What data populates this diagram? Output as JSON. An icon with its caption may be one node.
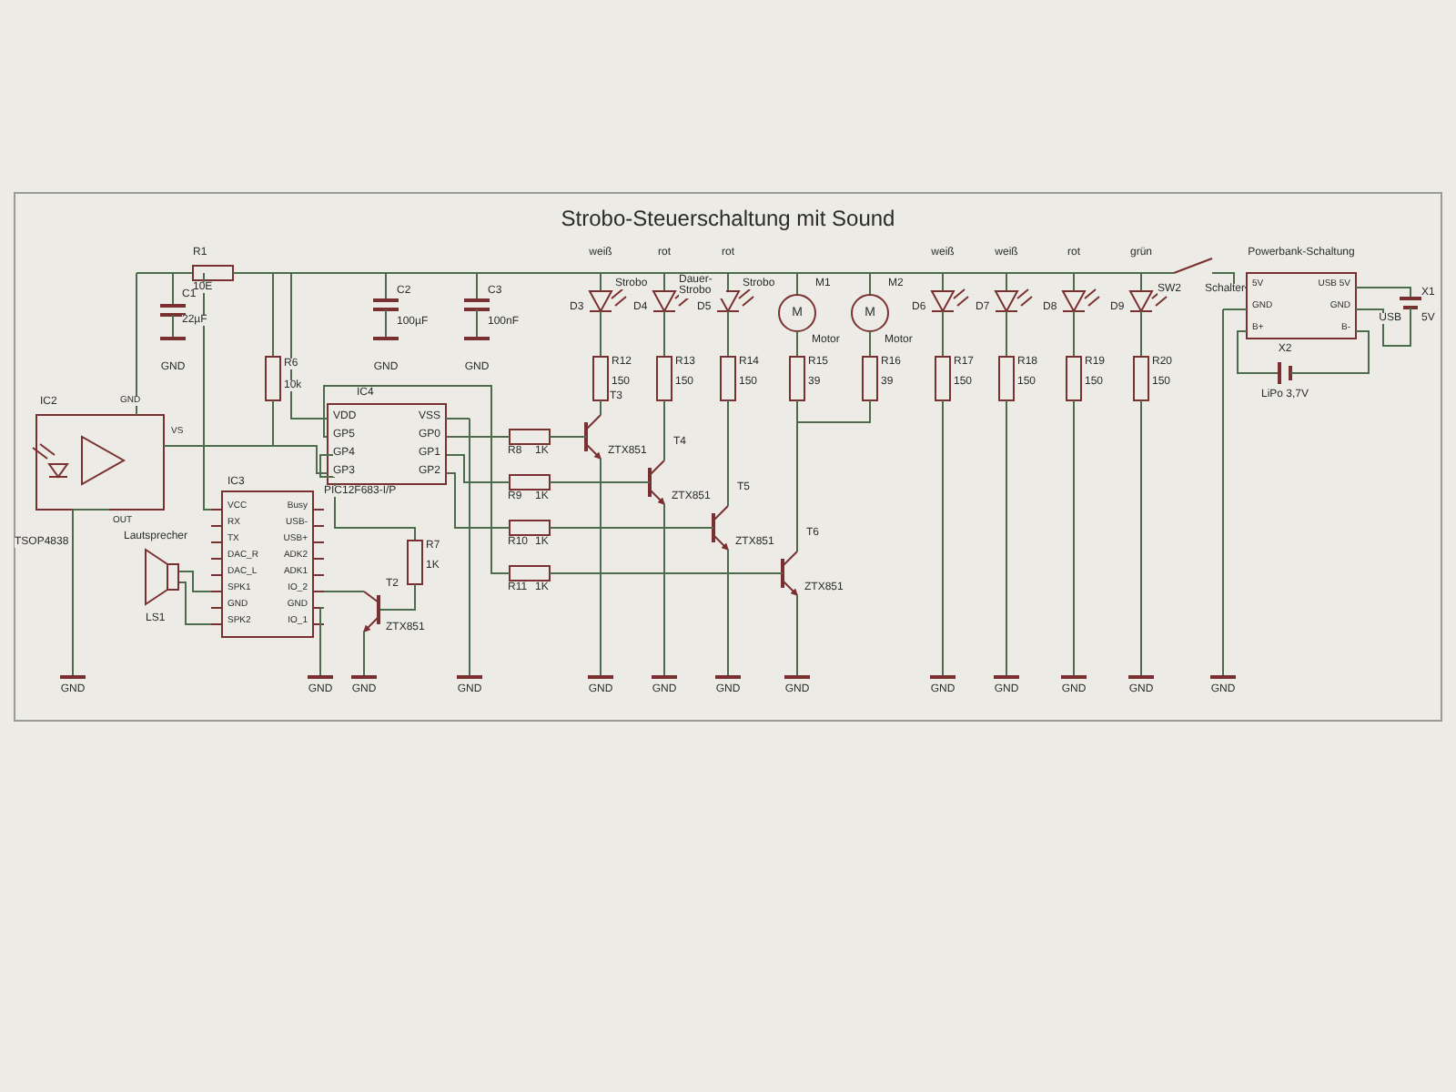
{
  "diagram": {
    "title": "Strobo-Steuerschaltung mit Sound",
    "labels": [
      "R1",
      "10E",
      "C1",
      "22µF",
      "GND",
      "C2",
      "100µF",
      "GND",
      "C3",
      "100nF",
      "GND",
      "weiß",
      "Strobo",
      "D3",
      "rot",
      "Dauer-Strobo",
      "D4",
      "rot",
      "Strobo",
      "D5",
      "M1",
      "M",
      "Motor",
      "M2",
      "M",
      "Motor",
      "weiß",
      "D6",
      "weiß",
      "D7",
      "rot",
      "D8",
      "grün",
      "D9",
      "SW2",
      "Schalter",
      "Powerbank-Schaltung",
      "5V",
      "GND",
      "B+",
      "USB 5V",
      "GND",
      "B-",
      "X2",
      "LiPo 3,7V",
      "X1",
      "USB",
      "5V",
      "R6",
      "10k",
      "R12",
      "150",
      "R13",
      "150",
      "R14",
      "150",
      "R15",
      "39",
      "R16",
      "39",
      "R17",
      "150",
      "R18",
      "150",
      "R19",
      "150",
      "R20",
      "150",
      "IC2",
      "GND",
      "VS",
      "OUT",
      "TSOP4838",
      "IC4",
      "VDD",
      "GP5",
      "GP4",
      "GP3",
      "VSS",
      "GP0",
      "GP1",
      "GP2",
      "PIC12F683-I/P",
      "R8",
      "1K",
      "T3",
      "ZTX851",
      "R9",
      "1K",
      "T4",
      "ZTX851",
      "R10",
      "1K",
      "T5",
      "ZTX851",
      "R11",
      "1K",
      "T6",
      "ZTX851",
      "IC3",
      "VCC",
      "RX",
      "TX",
      "DAC_R",
      "DAC_L",
      "SPK1",
      "GND",
      "SPK2",
      "Busy",
      "USB-",
      "USB+",
      "ADK2",
      "ADK1",
      "IO_2",
      "GND",
      "IO_1",
      "Lautsprecher",
      "LS1",
      "R7",
      "1K",
      "T2",
      "ZTX851",
      "GND",
      "GND",
      "GND",
      "GND",
      "GND",
      "GND",
      "GND",
      "GND",
      "GND",
      "GND",
      "GND",
      "GND",
      "GND"
    ]
  }
}
